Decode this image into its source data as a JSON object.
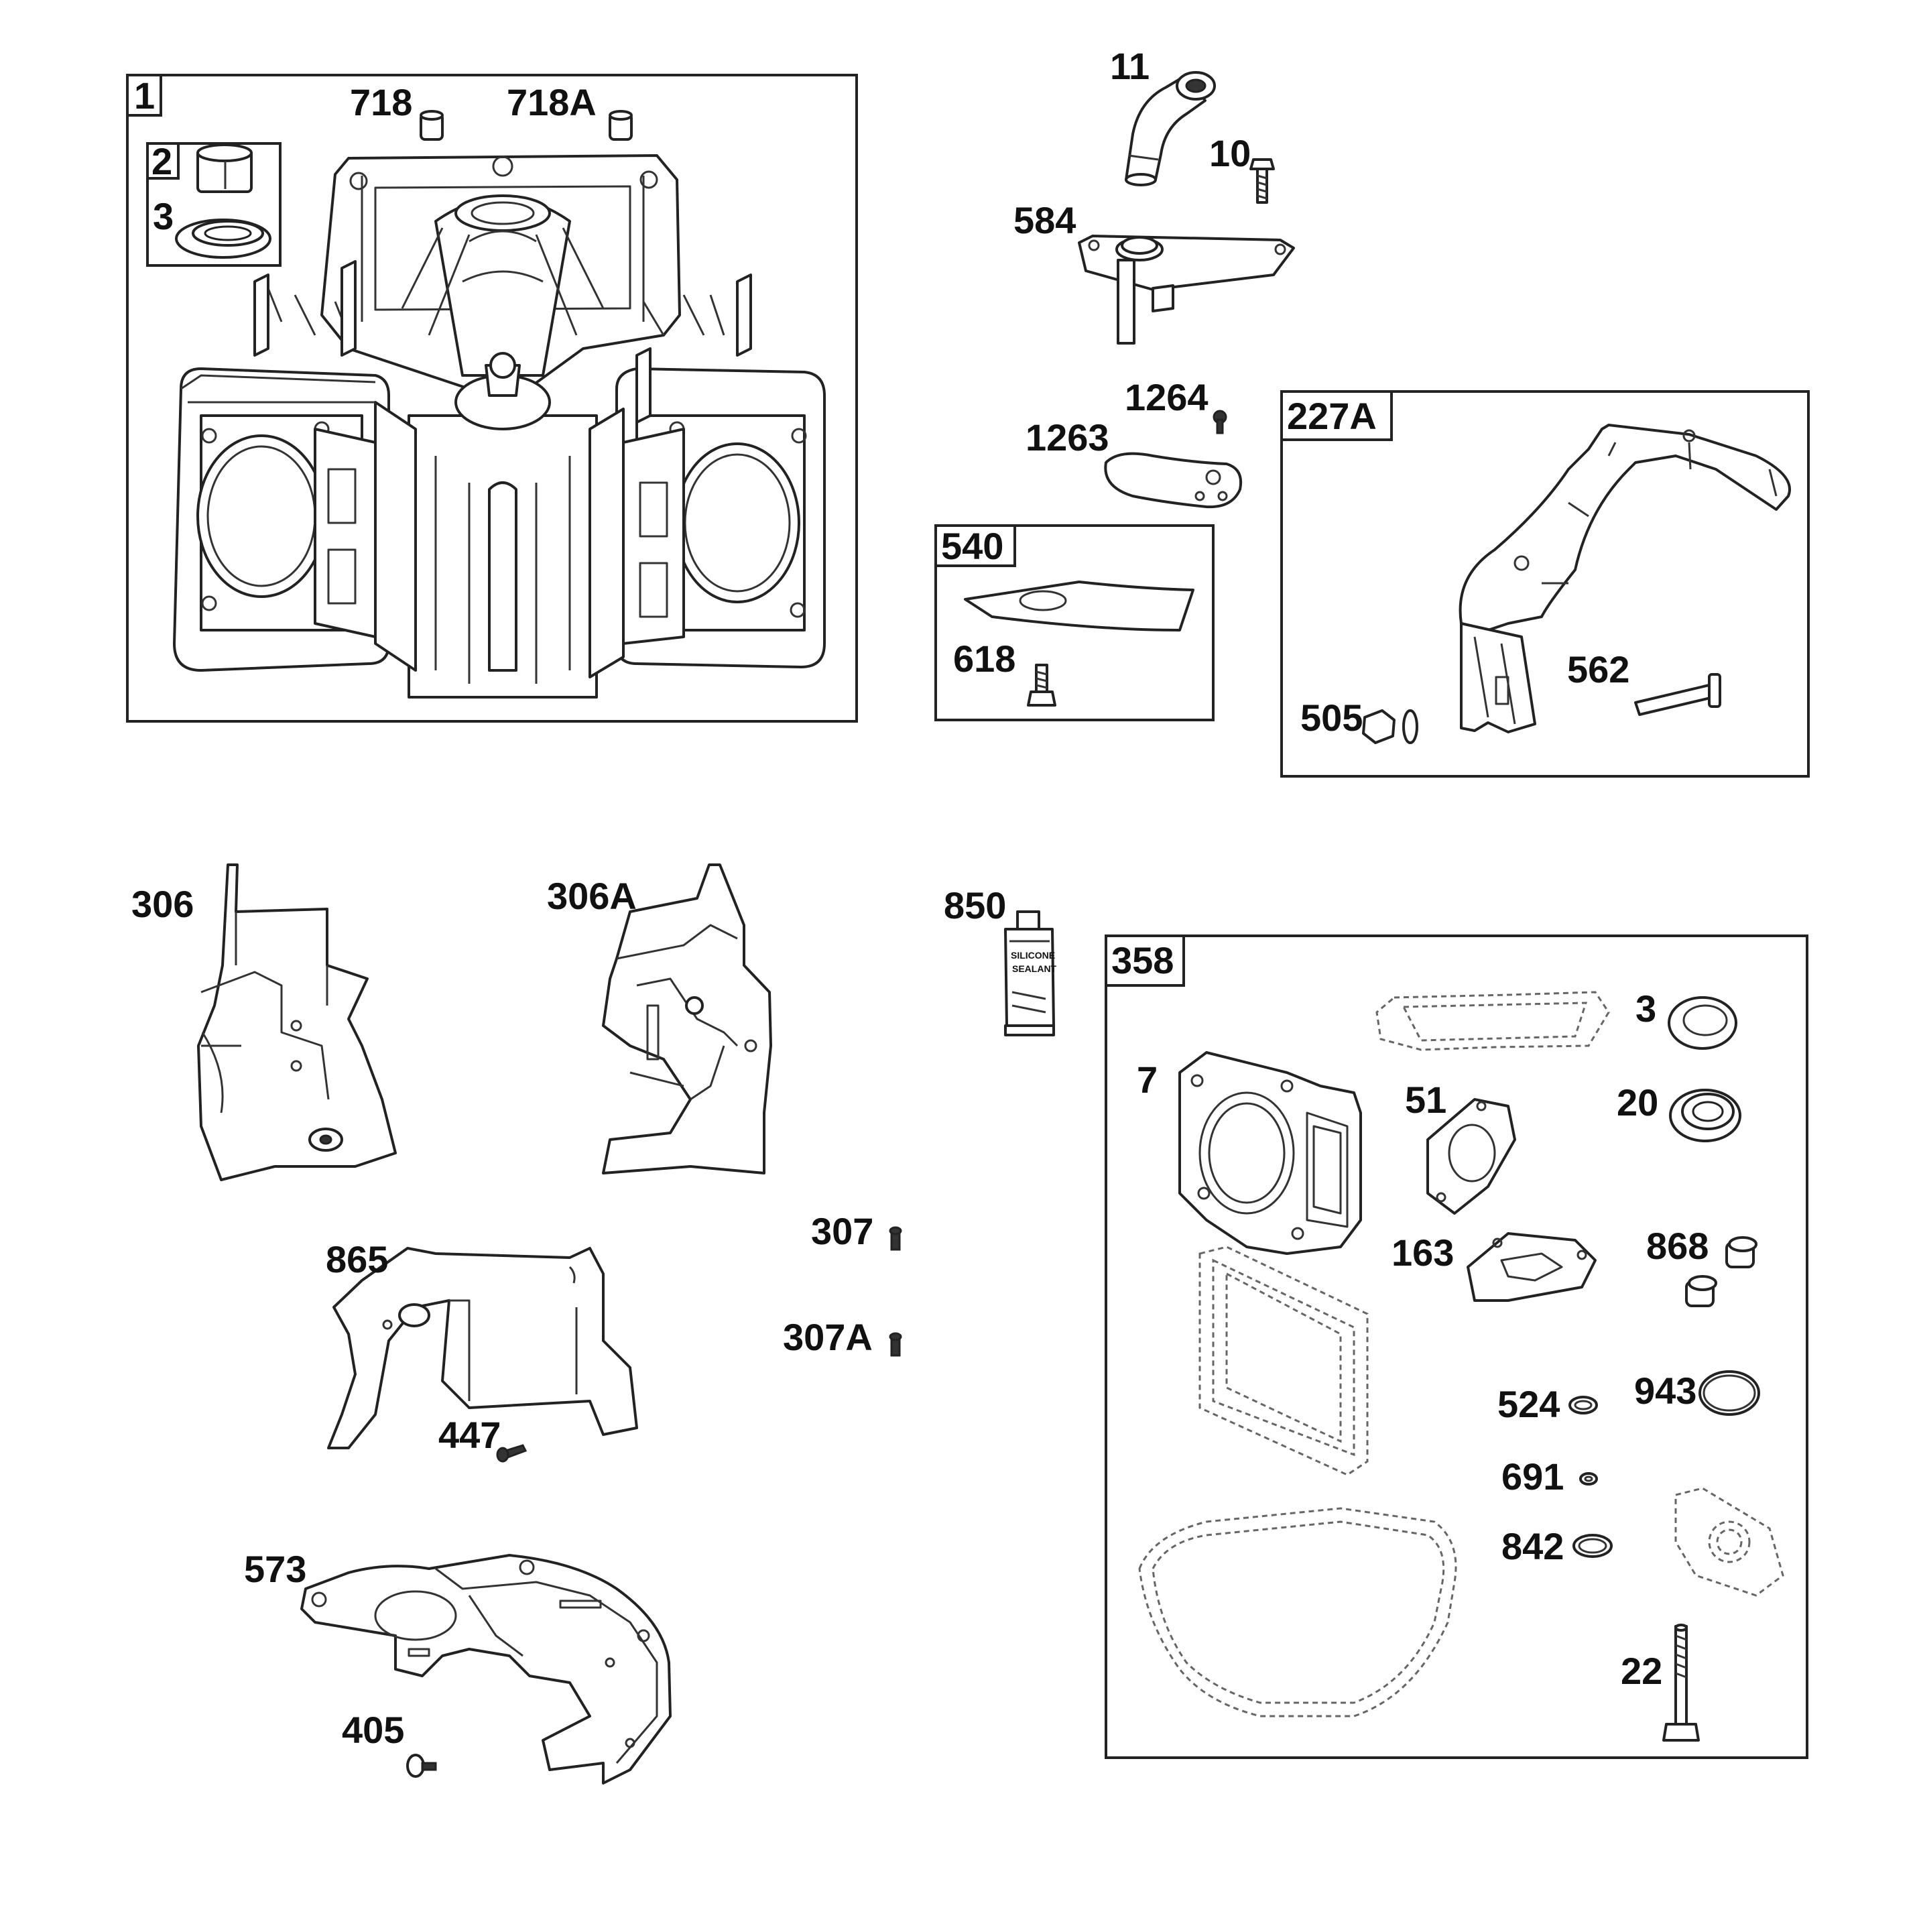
{
  "kit_boxes": {
    "k1": "1",
    "k2": "2",
    "k540": "540",
    "k227A": "227A",
    "k358": "358"
  },
  "labels": {
    "p718": "718",
    "p718A": "718A",
    "p3_top": "3",
    "p11": "11",
    "p10": "10",
    "p584": "584",
    "p1264": "1264",
    "p1263": "1263",
    "p618": "618",
    "p562": "562",
    "p505": "505",
    "p306": "306",
    "p306A": "306A",
    "p850": "850",
    "p307": "307",
    "p307A": "307A",
    "p865": "865",
    "p447": "447",
    "p573": "573",
    "p405": "405",
    "p3_kit": "3",
    "p7": "7",
    "p51": "51",
    "p20": "20",
    "p163": "163",
    "p868": "868",
    "p524": "524",
    "p943": "943",
    "p691": "691",
    "p842": "842",
    "p22": "22"
  },
  "tube_text": {
    "line1": "SILICONE",
    "line2": "SEALANT"
  }
}
